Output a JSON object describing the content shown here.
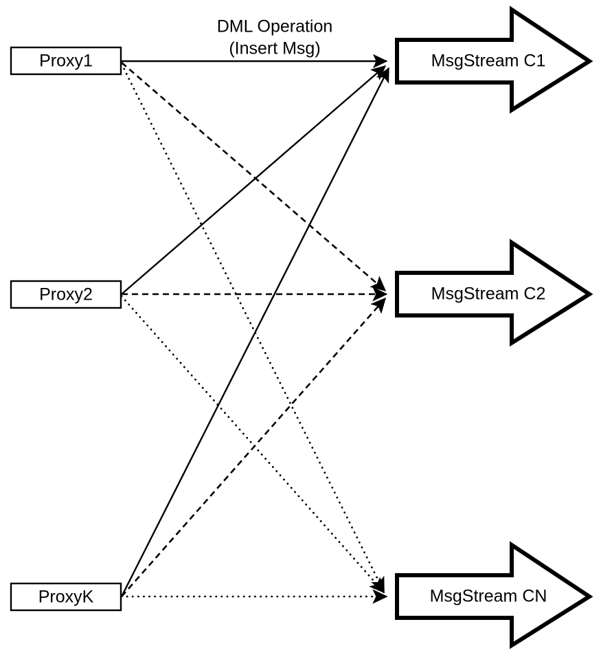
{
  "diagram": {
    "title": "Proxy to MsgStream fan-out diagram",
    "background_color": "#ffffff",
    "line_color": "#000000",
    "annotation": {
      "line1": "DML Operation",
      "line2": "(Insert Msg)"
    },
    "proxies": [
      {
        "id": "proxy1",
        "label": "Proxy1"
      },
      {
        "id": "proxy2",
        "label": "Proxy2"
      },
      {
        "id": "proxyK",
        "label": "ProxyK"
      }
    ],
    "streams": [
      {
        "id": "c1",
        "label": "MsgStream C1"
      },
      {
        "id": "c2",
        "label": "MsgStream C2"
      },
      {
        "id": "cn",
        "label": "MsgStream CN"
      }
    ],
    "edges": [
      {
        "id": "p1-c1",
        "from": "proxy1",
        "to": "c1",
        "style": "solid"
      },
      {
        "id": "p1-c2",
        "from": "proxy1",
        "to": "c2",
        "style": "dashed"
      },
      {
        "id": "p1-cn",
        "from": "proxy1",
        "to": "cn",
        "style": "dotted"
      },
      {
        "id": "p2-c1",
        "from": "proxy2",
        "to": "c1",
        "style": "solid"
      },
      {
        "id": "p2-c2",
        "from": "proxy2",
        "to": "c2",
        "style": "dashed"
      },
      {
        "id": "p2-cn",
        "from": "proxy2",
        "to": "cn",
        "style": "dotted"
      },
      {
        "id": "pk-c1",
        "from": "proxyK",
        "to": "c1",
        "style": "solid"
      },
      {
        "id": "pk-c2",
        "from": "proxyK",
        "to": "c2",
        "style": "dashed"
      },
      {
        "id": "pk-cn",
        "from": "proxyK",
        "to": "cn",
        "style": "dotted"
      }
    ]
  }
}
